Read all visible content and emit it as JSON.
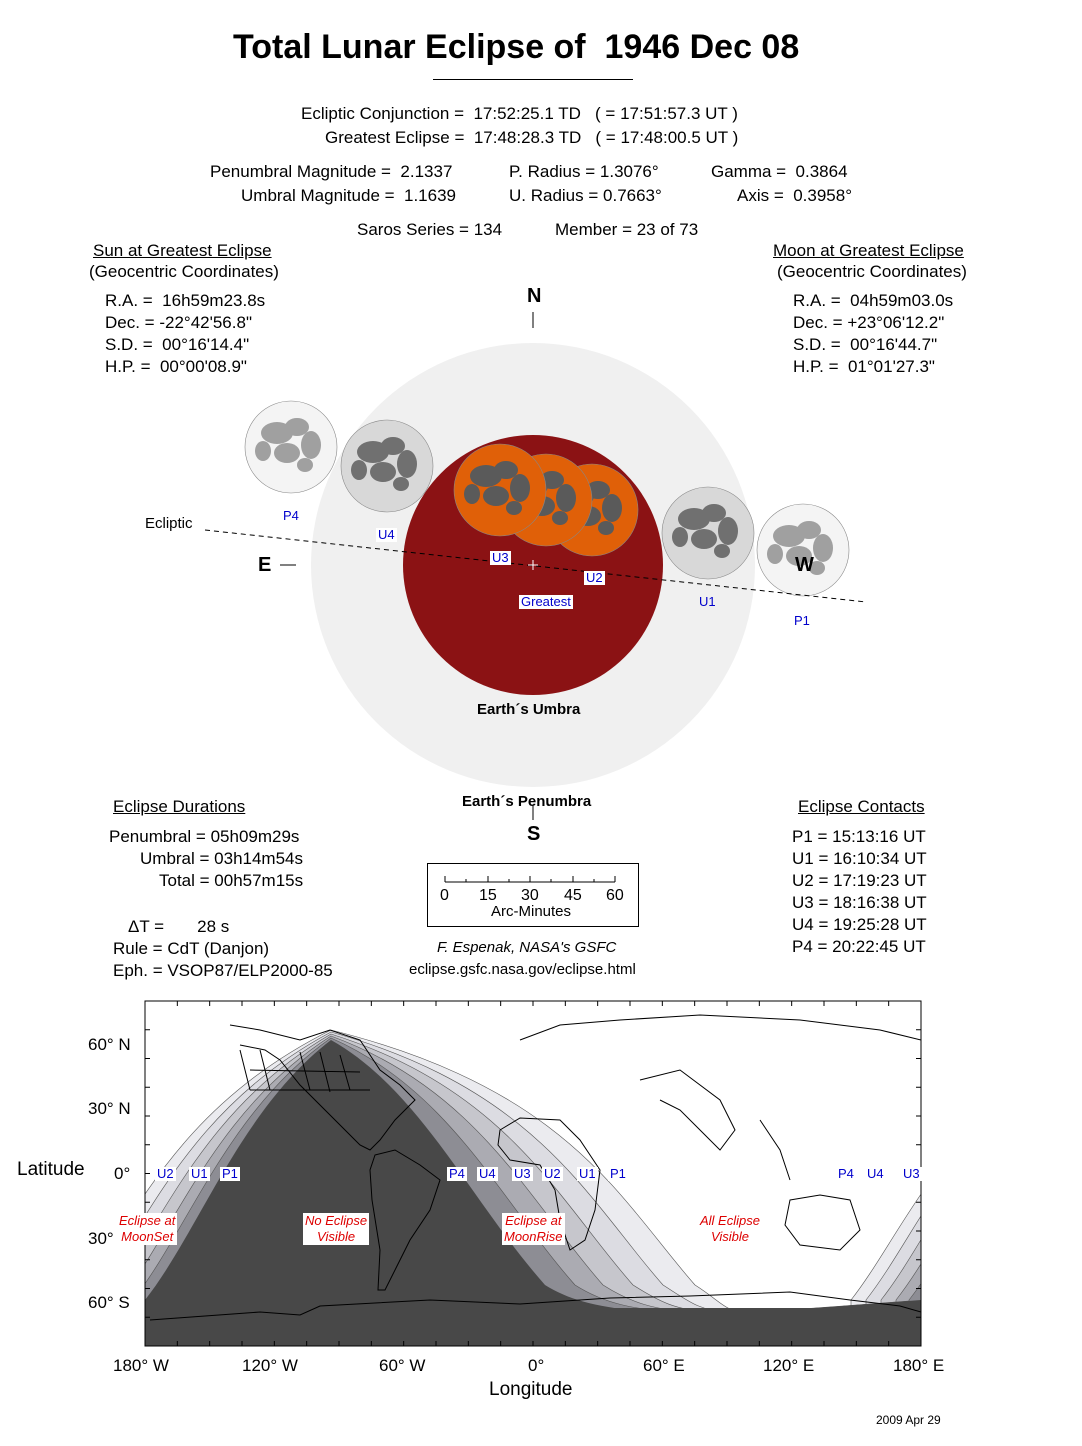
{
  "title": "Total Lunar Eclipse of  1946 Dec 08",
  "circumstances": {
    "conjunction": "Ecliptic Conjunction =  17:52:25.1 TD   ( = 17:51:57.3 UT )",
    "greatest": "Greatest Eclipse =  17:48:28.3 TD   ( = 17:48:00.5 UT )",
    "pen_mag": "Penumbral Magnitude =  2.1337",
    "umb_mag": "Umbral Magnitude =  1.1639",
    "p_radius": "P. Radius = 1.3076°",
    "u_radius": "U. Radius = 0.7663°",
    "gamma": "Gamma =  0.3864",
    "axis": "Axis =  0.3958°",
    "saros": "Saros Series = 134",
    "member": "Member = 23 of 73"
  },
  "sun": {
    "heading": "Sun at Greatest Eclipse",
    "sub": "(Geocentric Coordinates)",
    "rows": [
      "R.A. =  16h59m23.8s",
      "Dec. = -22°42'56.8\"",
      "S.D. =  00°16'14.4\"",
      "H.P. =  00°00'08.9\""
    ]
  },
  "moon": {
    "heading": "Moon at Greatest Eclipse",
    "sub": "(Geocentric Coordinates)",
    "rows": [
      "R.A. =  04h59m03.0s",
      "Dec. = +23°06'12.2\"",
      "S.D. =  00°16'44.7\"",
      "H.P. =  01°01'27.3\""
    ]
  },
  "diagram": {
    "north": "N",
    "south": "S",
    "east": "E",
    "west": "W",
    "ecliptic": "Ecliptic",
    "umbra": "Earth´s Umbra",
    "penumbra": "Earth´s Penumbra",
    "labels": {
      "p4": "P4",
      "u4": "U4",
      "u3": "U3",
      "u2": "U2",
      "greatest": "Greatest",
      "u1": "U1",
      "p1": "P1"
    },
    "colors": {
      "penumbra": "#f0f0f0",
      "umbra": "#8b1214",
      "moon_total": "#e06008",
      "moon_gray": "#a8a8a8"
    }
  },
  "durations": {
    "heading": "Eclipse Durations",
    "penumbral": "Penumbral = 05h09m29s",
    "umbral": "Umbral = 03h14m54s",
    "total": "Total = 00h57m15s",
    "delta_t": "ΔT =       28 s",
    "rule": "Rule = CdT (Danjon)",
    "eph": "Eph. = VSOP87/ELP2000-85"
  },
  "scale": {
    "ticks": [
      "0",
      "15",
      "30",
      "45",
      "60"
    ],
    "unit": "Arc-Minutes"
  },
  "credit": {
    "author": "F. Espenak, NASA's GSFC",
    "url": "eclipse.gsfc.nasa.gov/eclipse.html"
  },
  "contacts": {
    "heading": "Eclipse Contacts",
    "rows": [
      "P1 = 15:13:16 UT",
      "U1 = 16:10:34 UT",
      "U2 = 17:19:23 UT",
      "U3 = 18:16:38 UT",
      "U4 = 19:25:28 UT",
      "P4 = 20:22:45 UT"
    ]
  },
  "map": {
    "lat_title": "Latitude",
    "lon_title": "Longitude",
    "lat_labels": [
      "60° N",
      "30° N",
      "0°",
      "30°",
      "60° S"
    ],
    "lon_labels": [
      "180° W",
      "120° W",
      "60° W",
      "0°",
      "60° E",
      "120° E",
      "180° E"
    ],
    "contact_labels": [
      "U2",
      "U1",
      "P1",
      "P4",
      "U4",
      "U3",
      "U2",
      "U1",
      "P1",
      "P4",
      "U4",
      "U3"
    ],
    "regions": {
      "moonset": [
        "Eclipse at",
        "MoonSet"
      ],
      "none": [
        "No Eclipse",
        "Visible"
      ],
      "moonrise": [
        "Eclipse at",
        "MoonRise"
      ],
      "all": [
        "All Eclipse",
        "Visible"
      ]
    }
  },
  "date": "2009 Apr 29"
}
